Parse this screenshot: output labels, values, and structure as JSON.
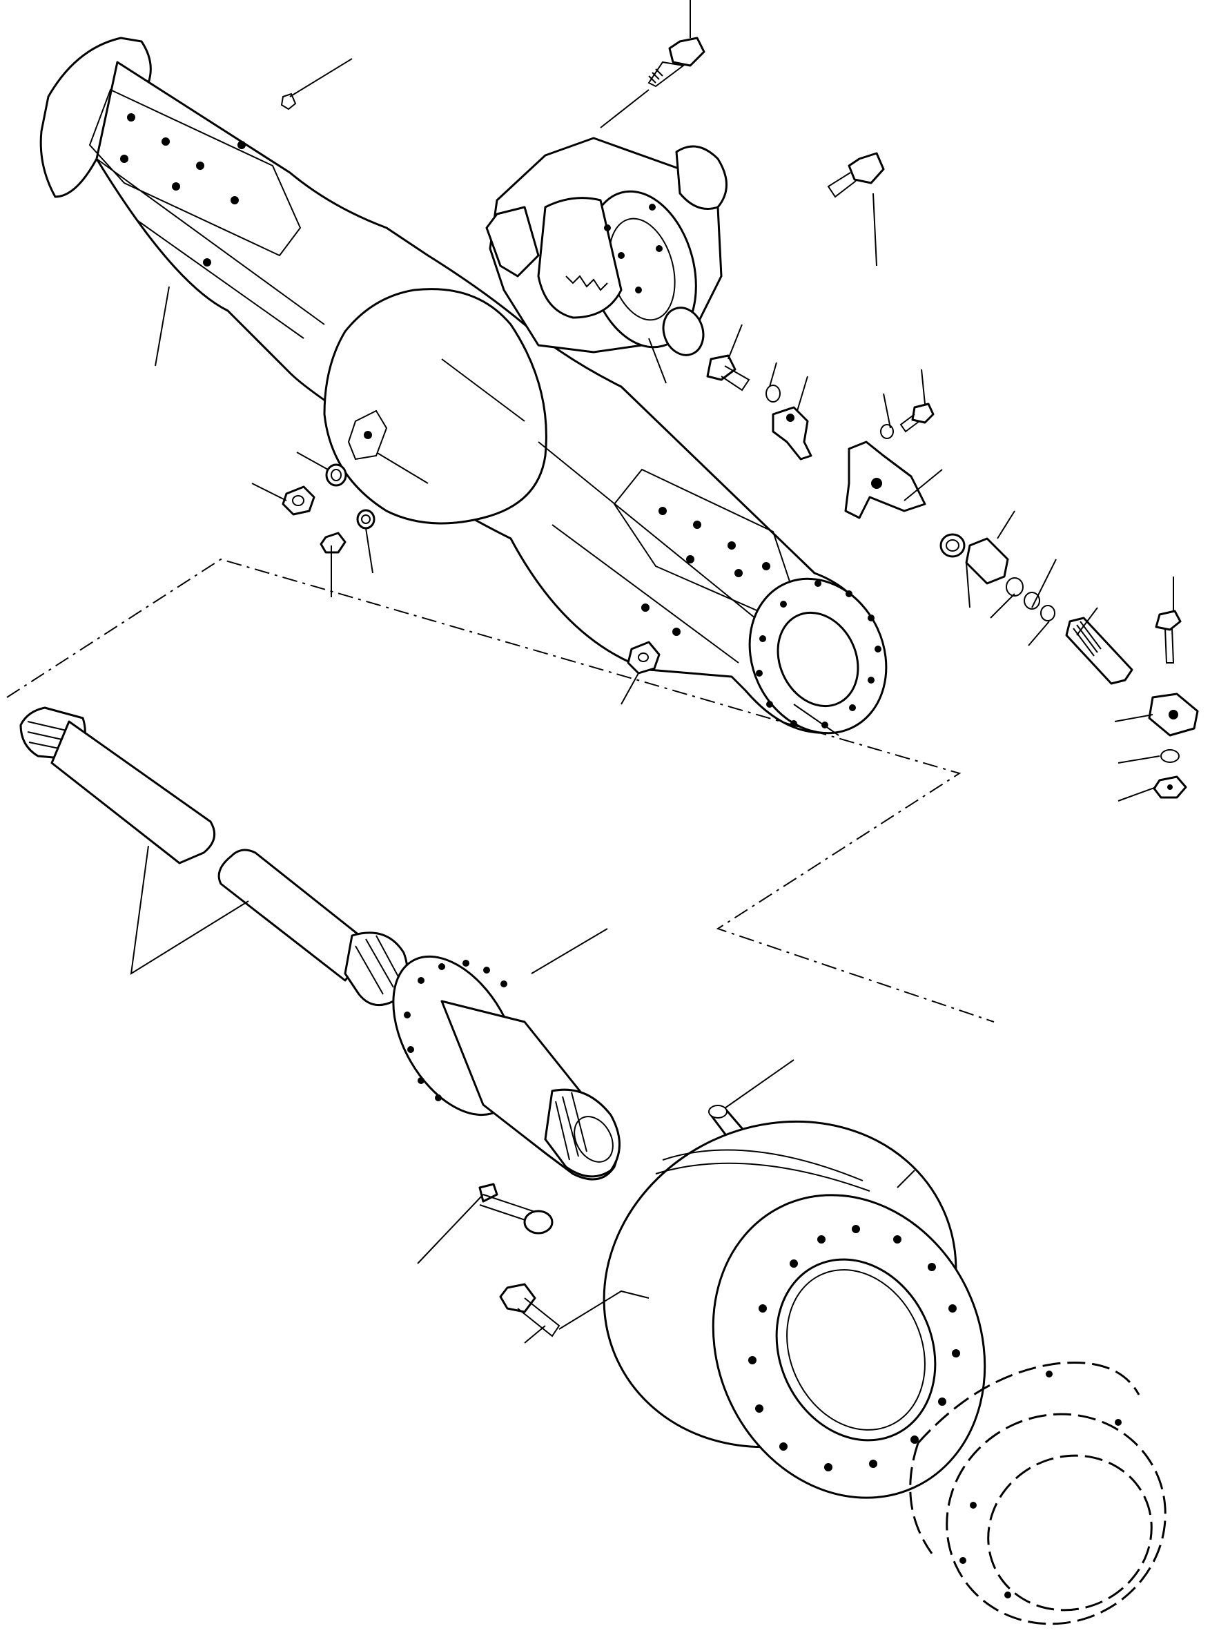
{
  "figure": {
    "background": "#ffffff",
    "line_color": "#000000"
  },
  "parts": [
    {
      "id": "axle-housing",
      "icon": "axle-housing-icon"
    },
    {
      "id": "differential-carrier",
      "icon": "differential-icon"
    },
    {
      "id": "carrier-bolt-top",
      "icon": "bolt-icon"
    },
    {
      "id": "carrier-bolt-right",
      "icon": "bolt-icon"
    },
    {
      "id": "breather-plug",
      "icon": "plug-icon"
    },
    {
      "id": "drain-plug",
      "icon": "plug-icon"
    },
    {
      "id": "mounting-bracket",
      "icon": "bracket-icon"
    },
    {
      "id": "axle-shaft",
      "icon": "shaft-icon"
    },
    {
      "id": "wheel-hub",
      "icon": "hub-icon"
    },
    {
      "id": "brake-drum",
      "icon": "drum-icon"
    },
    {
      "id": "hub-cap",
      "icon": "cap-icon"
    },
    {
      "id": "wheel-stud",
      "icon": "stud-icon"
    },
    {
      "id": "dowel-pin",
      "icon": "pin-icon"
    },
    {
      "id": "flange-nut",
      "icon": "nut-icon"
    }
  ]
}
